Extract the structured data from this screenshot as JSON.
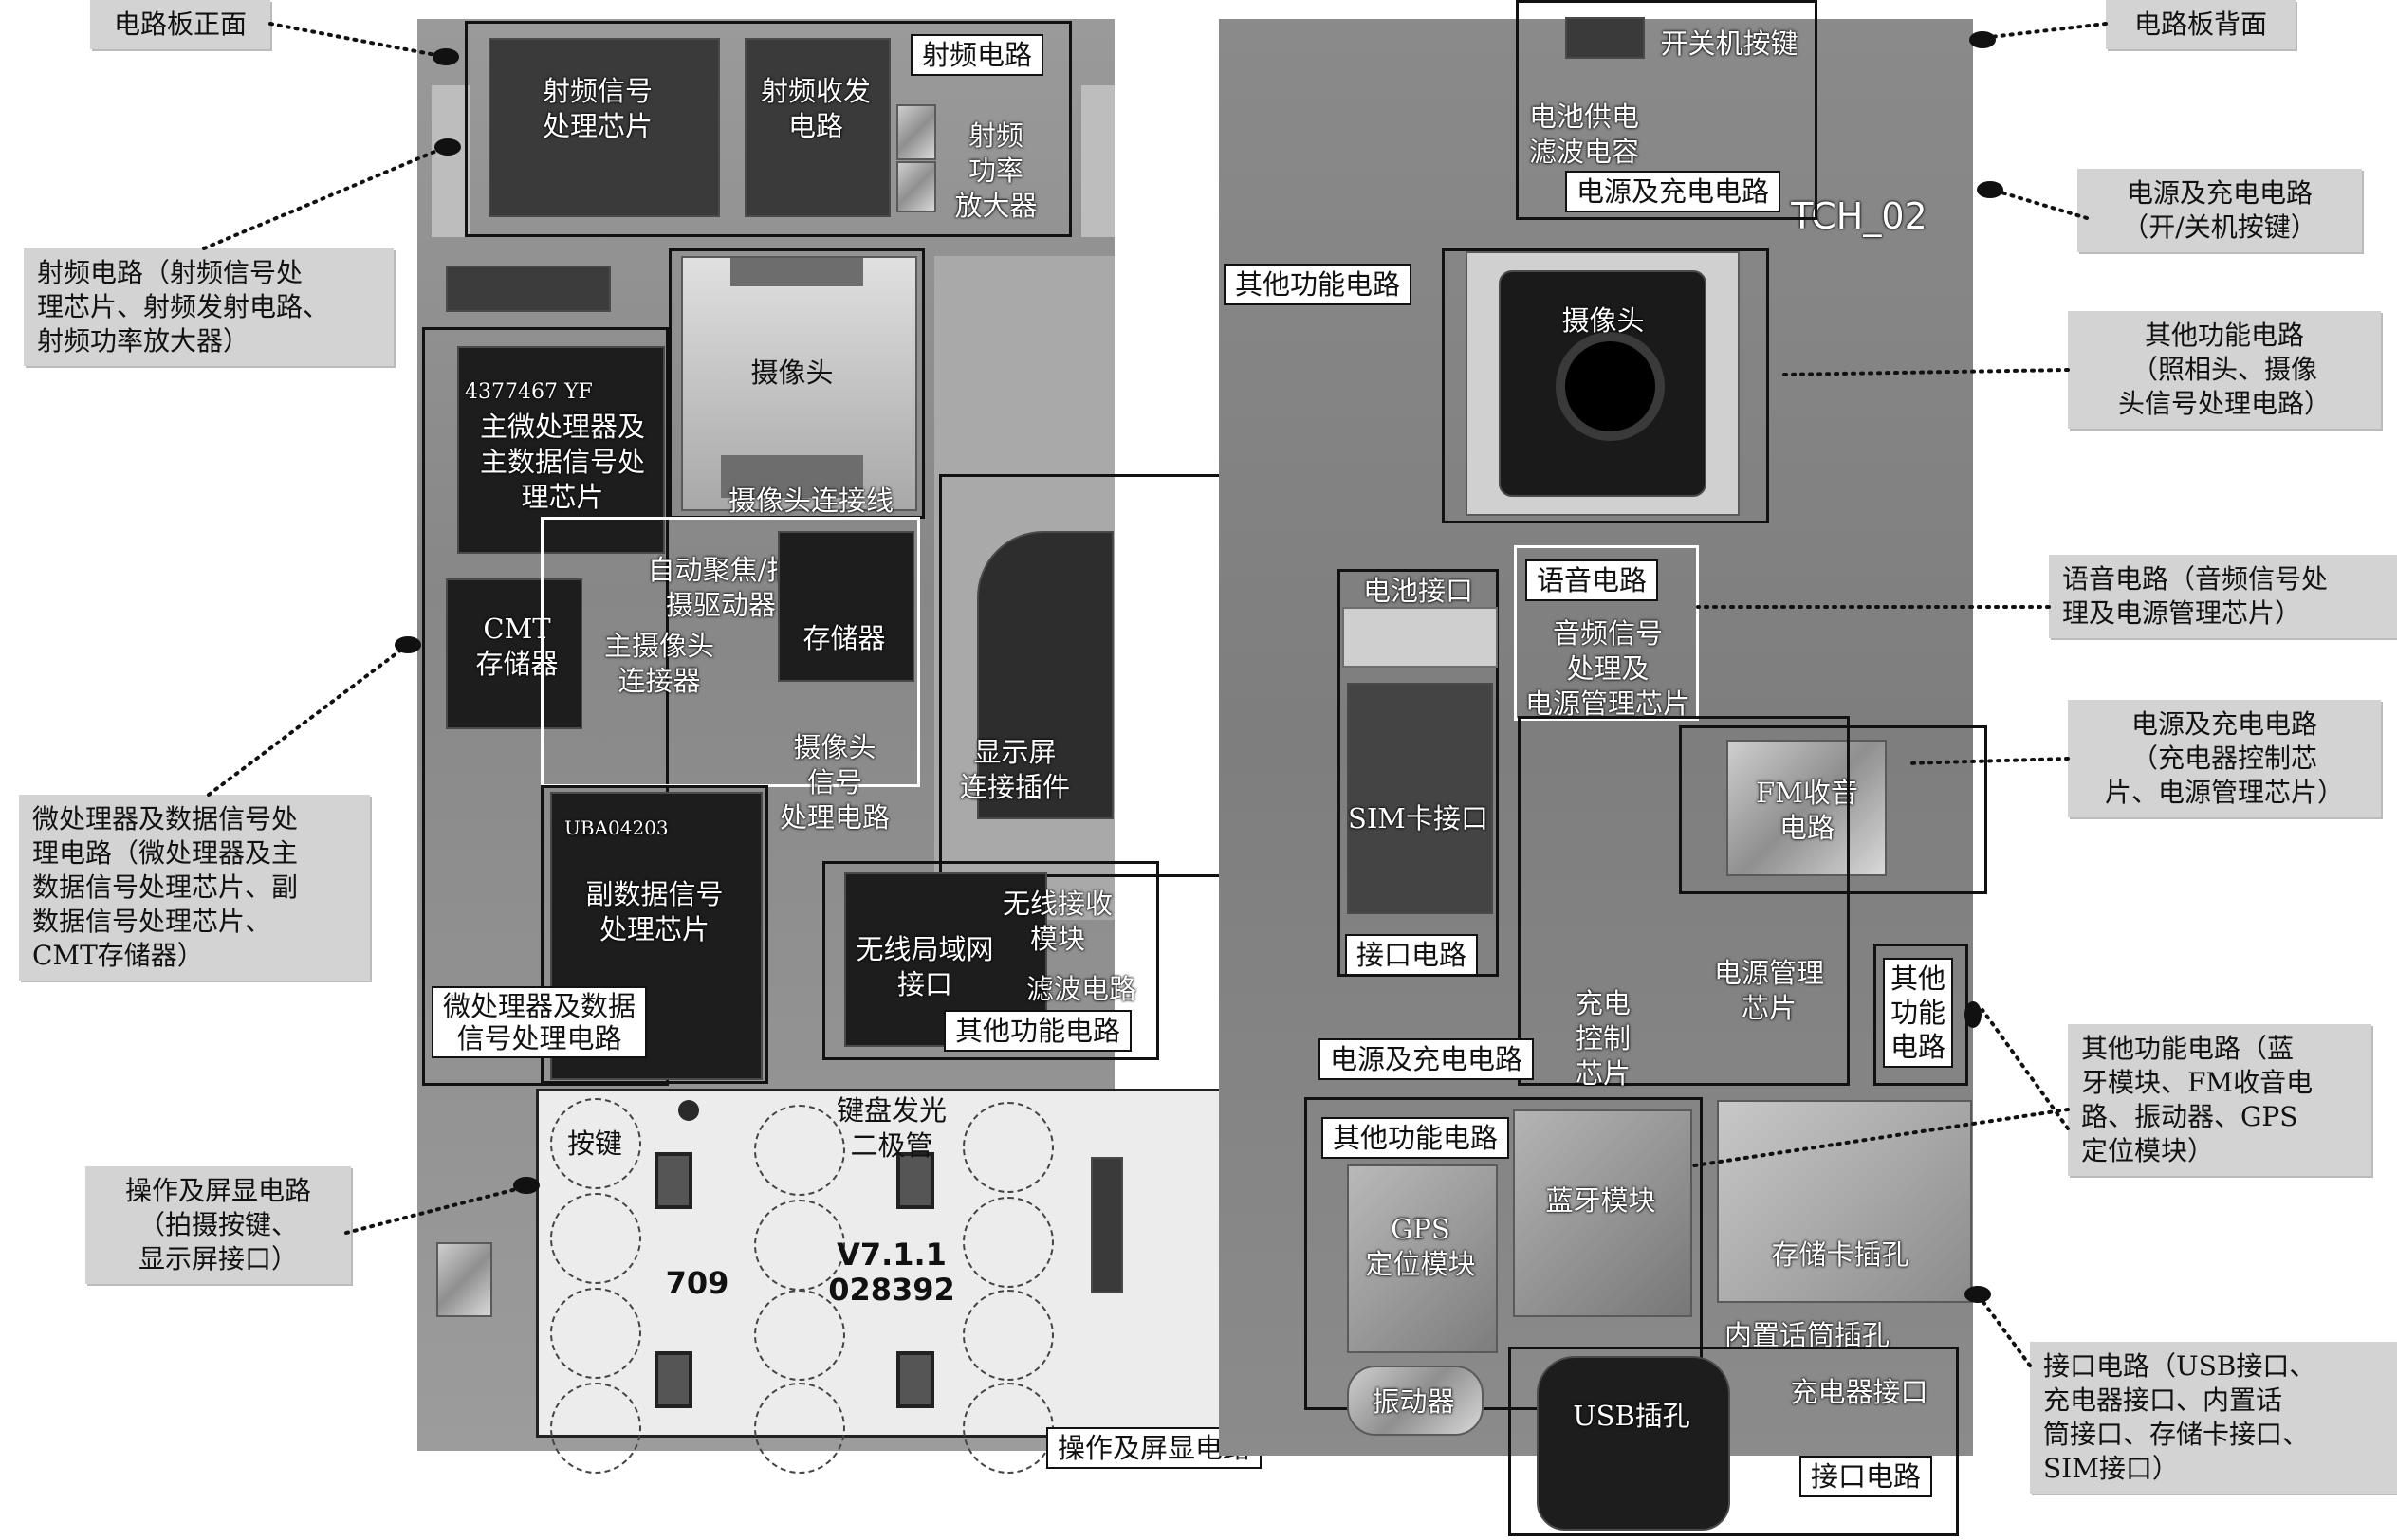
{
  "front": {
    "rf_chip": "射频信号\n处理芯片",
    "rf_transceiver": "射频收发\n电路",
    "rf_amp": "射频\n功率\n放大器",
    "rf_tag": "射频电路",
    "camera": "摄像头",
    "camera_cable": "摄像头连接线",
    "main_cpu": "主微处理器及\n主数据信号处\n理芯片",
    "cpu_marking": "4377467    YF",
    "autofocus": "自动聚焦/拍\n摄驱动器",
    "main_cam_conn": "主摄像头\n连接器",
    "memory": "存储器",
    "cmt": "CMT\n存储器",
    "cam_signal": "摄像头\n信号\n处理电路",
    "display_conn": "显示屏\n连接插件",
    "sub_dsp": "副数据信号\n处理芯片",
    "sub_marking": "UBA04203",
    "cpu_tag": "微处理器及数据\n信号处理电路",
    "wlan": "无线局域网\n接口",
    "wireless_rx": "无线接收\n模块",
    "filter": "滤波电路",
    "other_tag": "其他功能电路",
    "keypad_key": "按键",
    "keypad_led": "键盘发光\n二极管",
    "keypad_709": "709",
    "keypad_ver": "V7.1.1\n028392",
    "keypad_tag": "操作及屏显电路"
  },
  "back": {
    "power_key": "开关机按键",
    "battery_cap": "电池供电\n滤波电容",
    "power_tag": "电源及充电电路",
    "other_tag_top": "其他功能电路",
    "camera": "摄像头",
    "board_id": "TCH_02",
    "battery_if": "电池接口",
    "audio_tag": "语音电路",
    "audio_chip": "音频信号\n处理及\n电源管理芯片",
    "sim": "SIM卡接口",
    "interface_tag": "接口电路",
    "fm": "FM收音\n电路",
    "power_mgmt": "电源管理\n芯片",
    "charge_ctrl": "充电\n控制\n芯片",
    "power_tag_mid": "电源及充电电路",
    "other_tag_right": "其他\n功能\n电路",
    "other_tag_bottom": "其他功能电路",
    "gps": "GPS\n定位模块",
    "bluetooth": "蓝牙模块",
    "sd": "存储卡插孔",
    "mic": "内置话筒插孔",
    "charger": "充电器接口",
    "vibrator": "振动器",
    "usb": "USB插孔",
    "interface_tag_bottom": "接口电路"
  },
  "callouts": {
    "front_title": "电路板正面",
    "rf": "射频电路（射频信号处\n理芯片、射频发射电路、\n射频功率放大器）",
    "cpu": "微处理器及数据信号处\n理电路（微处理器及主\n数据信号处理芯片、副\n数据信号处理芯片、\nCMT存储器）",
    "ops": "操作及屏显电路\n（拍摄按键、\n显示屏接口）",
    "back_title": "电路板背面",
    "power_key": "电源及充电电路\n（开/关机按键）",
    "other_cam": "其他功能电路\n（照相头、摄像\n头信号处理电路）",
    "audio": "语音电路（音频信号处\n理及电源管理芯片）",
    "power_charge": "电源及充电电路\n（充电器控制芯\n片、电源管理芯片）",
    "other_bt": "其他功能电路（蓝\n牙模块、FM收音电\n路、振动器、GPS\n定位模块）",
    "interface": "接口电路（USB接口、\n充电器接口、内置话\n筒接口、存储卡接口、\nSIM接口）"
  }
}
